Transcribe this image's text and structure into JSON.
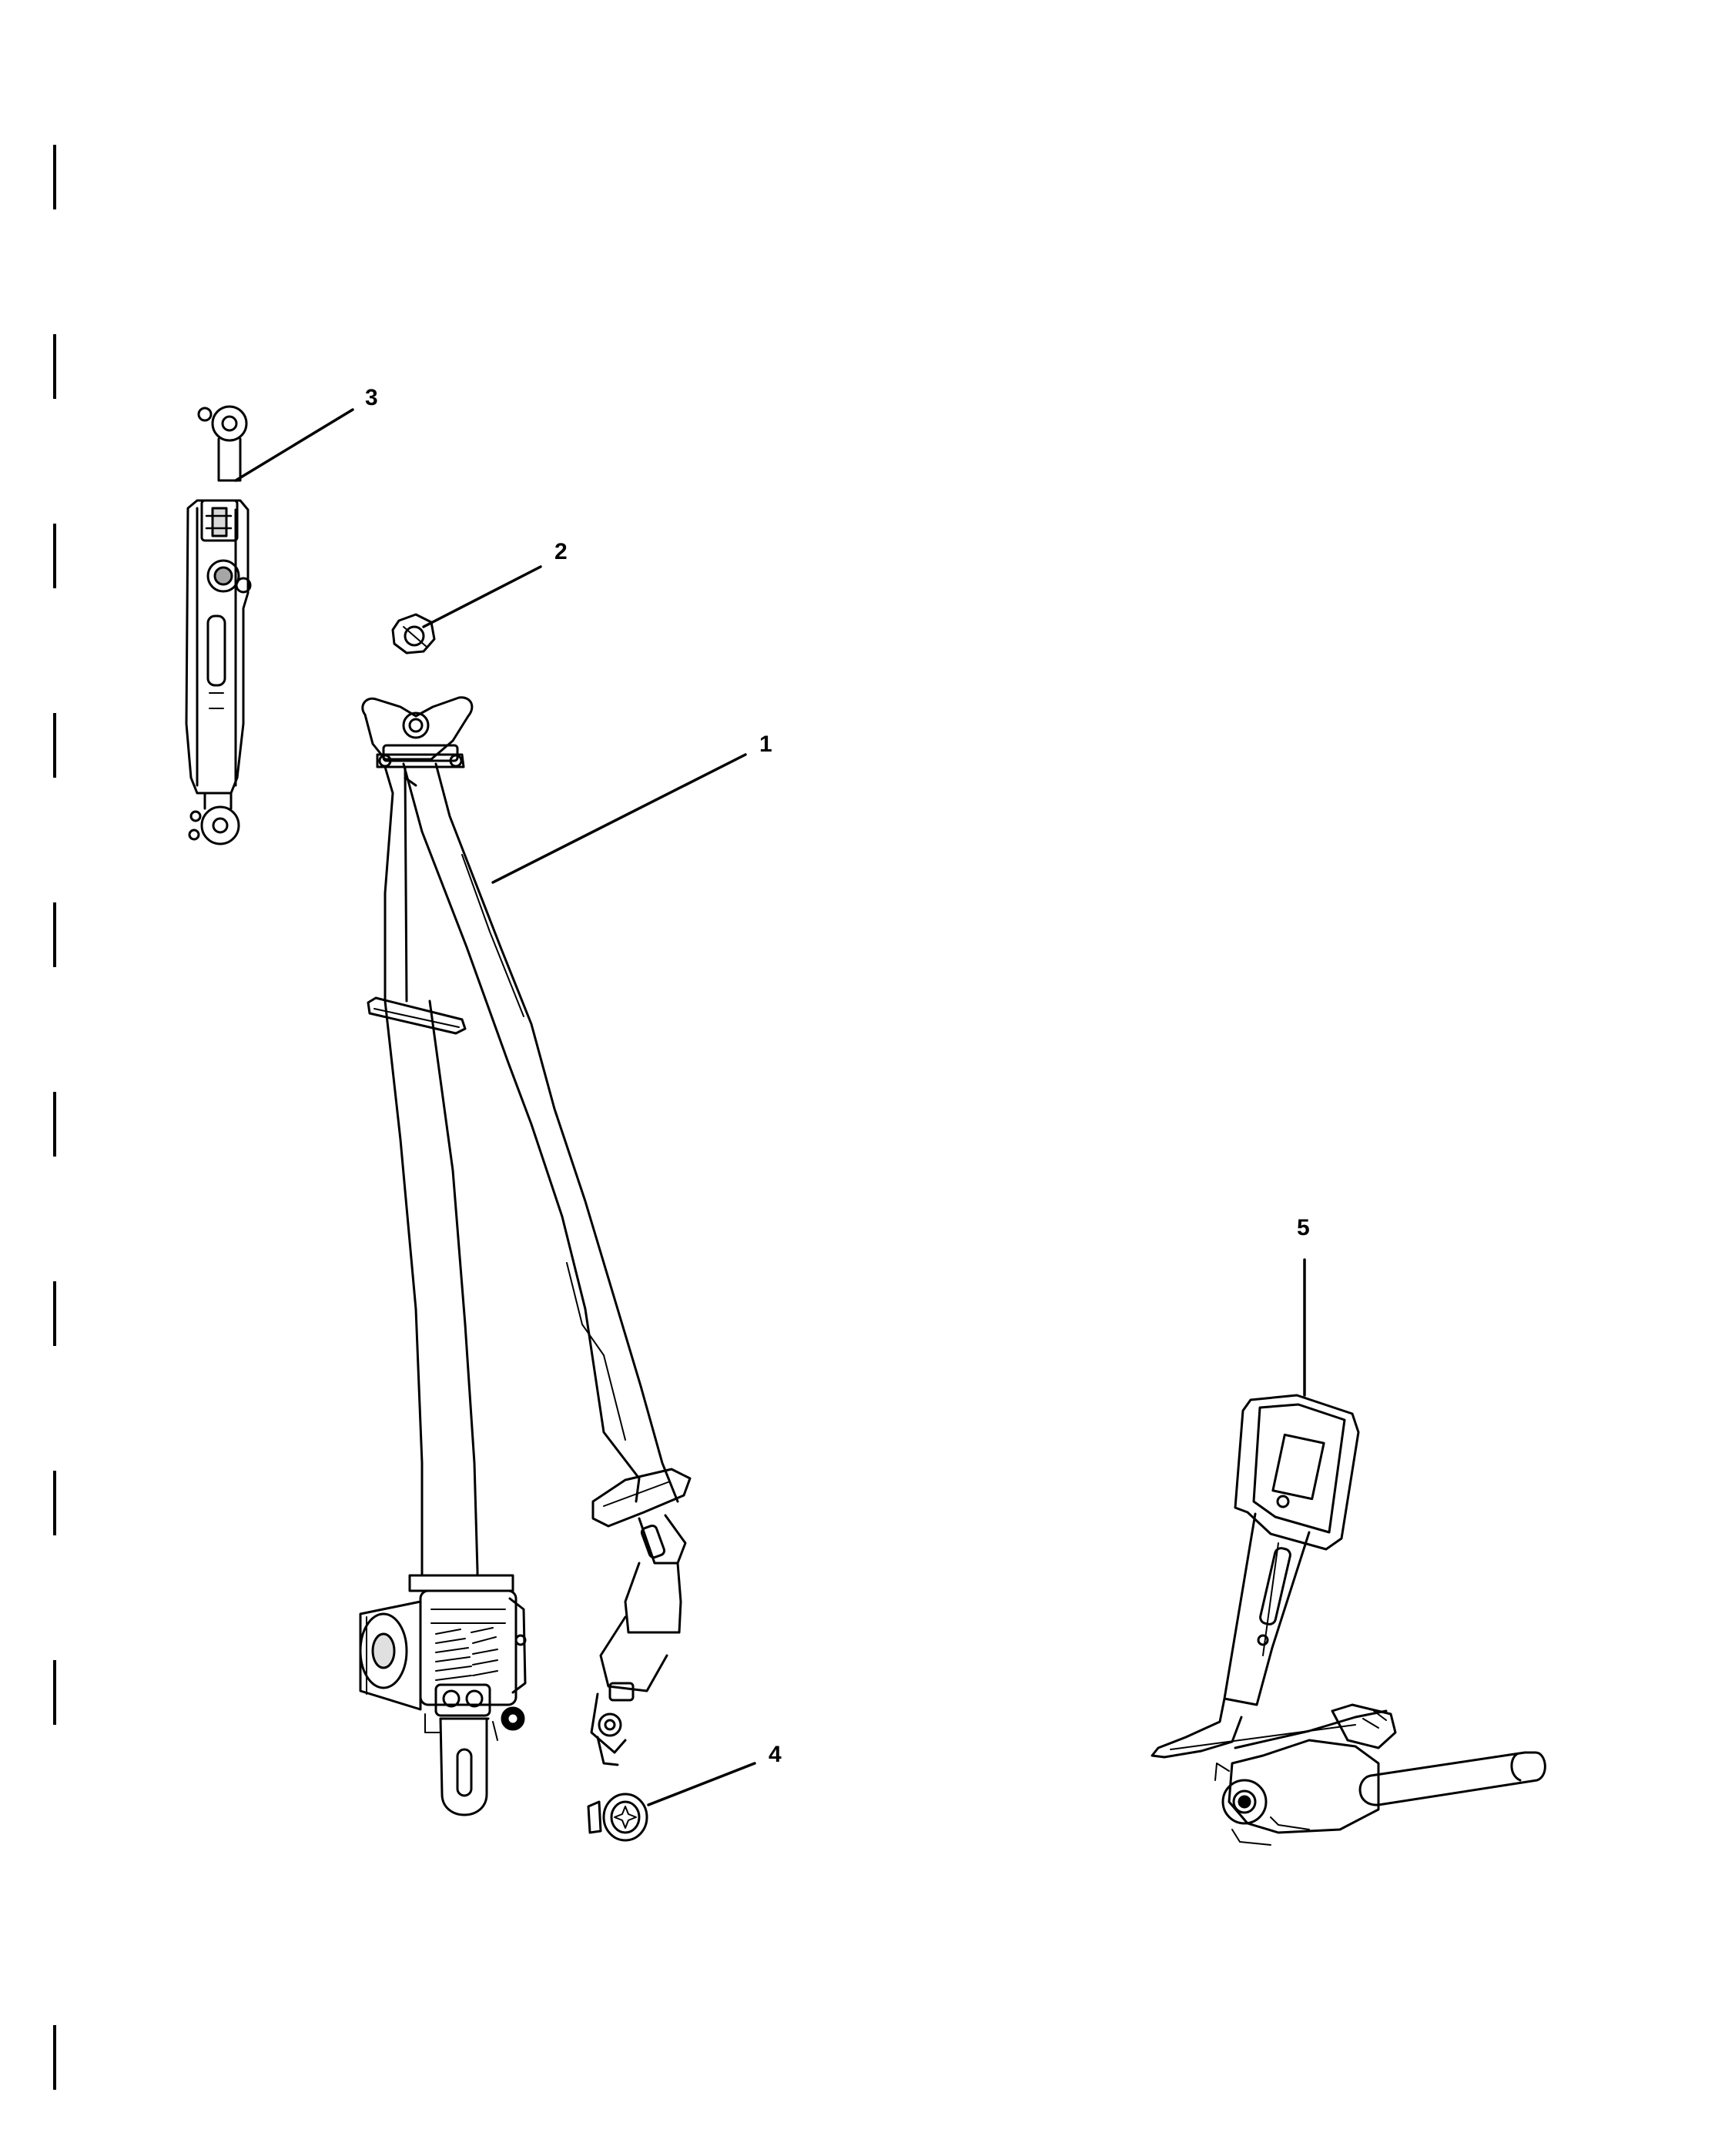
{
  "diagram": {
    "background": "#ffffff",
    "ink": "#000000",
    "callouts": [
      {
        "id": "1",
        "label": "1",
        "part": "seat-belt-assembly"
      },
      {
        "id": "2",
        "label": "2",
        "part": "nut"
      },
      {
        "id": "3",
        "label": "3",
        "part": "height-adjuster"
      },
      {
        "id": "4",
        "label": "4",
        "part": "bolt"
      },
      {
        "id": "5",
        "label": "5",
        "part": "buckle"
      }
    ],
    "edge_mark_count": 10
  }
}
